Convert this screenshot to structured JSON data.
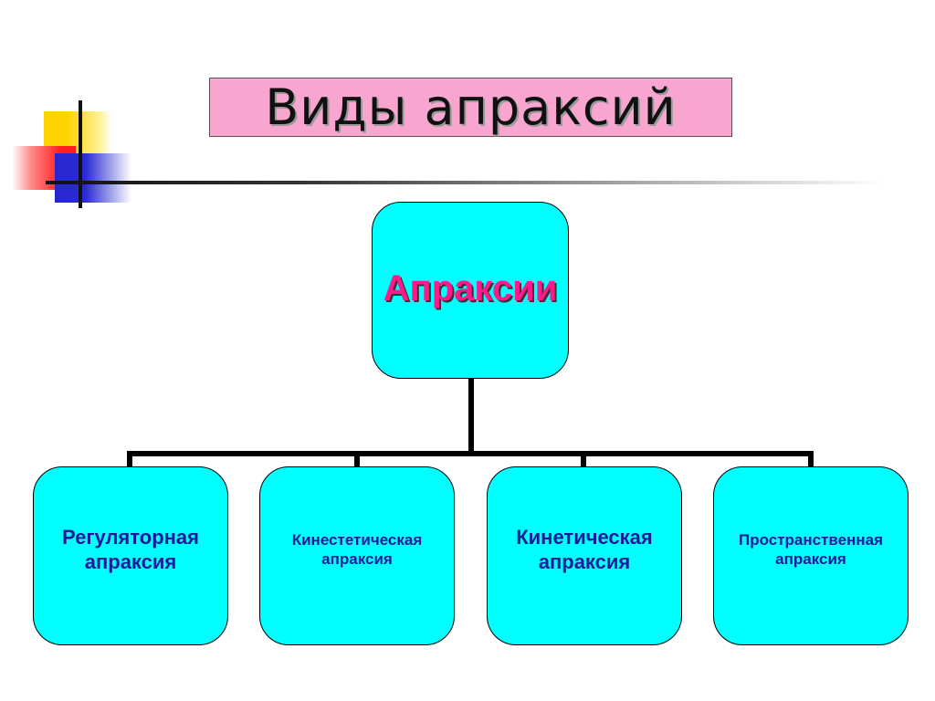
{
  "title": "Виды апраксий",
  "diagram": {
    "root": {
      "label": "Апраксии"
    },
    "children": [
      {
        "label": "Регуляторная\nапраксия"
      },
      {
        "label": "Кинестетическая\nапраксия"
      },
      {
        "label": "Кинетическая\nапраксия"
      },
      {
        "label": "Пространственная\nапраксия"
      }
    ]
  },
  "colors": {
    "title_background": "#f8a6cf",
    "node_fill": "#00ffff",
    "root_text": "#ff1a8c",
    "child_text": "#1a1a9a"
  }
}
